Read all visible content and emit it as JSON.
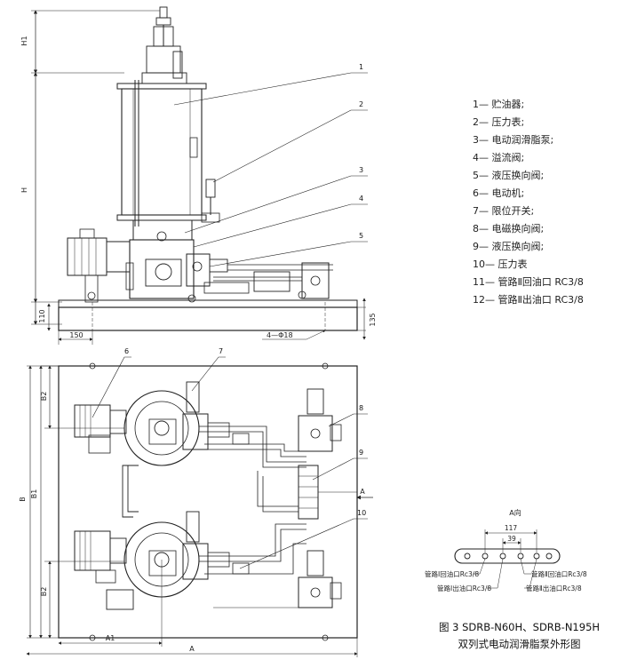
{
  "legend": [
    "1— 贮油器;",
    "2— 压力表;",
    "3— 电动润滑脂泵;",
    "4— 溢流阀;",
    "5— 液压换向阀;",
    "6— 电动机;",
    "7— 限位开关;",
    "8— 电磁换向阀;",
    "9— 液压换向阀;",
    "10— 压力表",
    "11— 管路Ⅱ回油口 RC3/8",
    "12— 管路Ⅱ出油口 RC3/8"
  ],
  "caption": {
    "line1": "图 3  SDRB-N60H、SDRB-N195H",
    "line2": "双列式电动润滑脂泵外形图"
  },
  "dimensions": {
    "H1": "H1",
    "H": "H",
    "d110": "110",
    "d150": "150",
    "holes": "4—Φ18",
    "d135": "135",
    "B": "B",
    "B1": "B1",
    "B2_top": "B2",
    "B2_bottom": "B2",
    "A1": "A1",
    "A": "A",
    "A_arrow": "A"
  },
  "callouts": [
    "1",
    "2",
    "3",
    "4",
    "5",
    "6",
    "7",
    "8",
    "9",
    "10"
  ],
  "view_a": {
    "title": "A向",
    "dim117": "117",
    "dim39": "39",
    "label_return1": "管路Ⅰ回油口Rc3/8",
    "label_out1": "管路Ⅰ出油口Rc3/8",
    "label_return2": "管路Ⅱ回油口Rc3/8",
    "label_out2": "管路Ⅱ出油口Rc3/8"
  }
}
